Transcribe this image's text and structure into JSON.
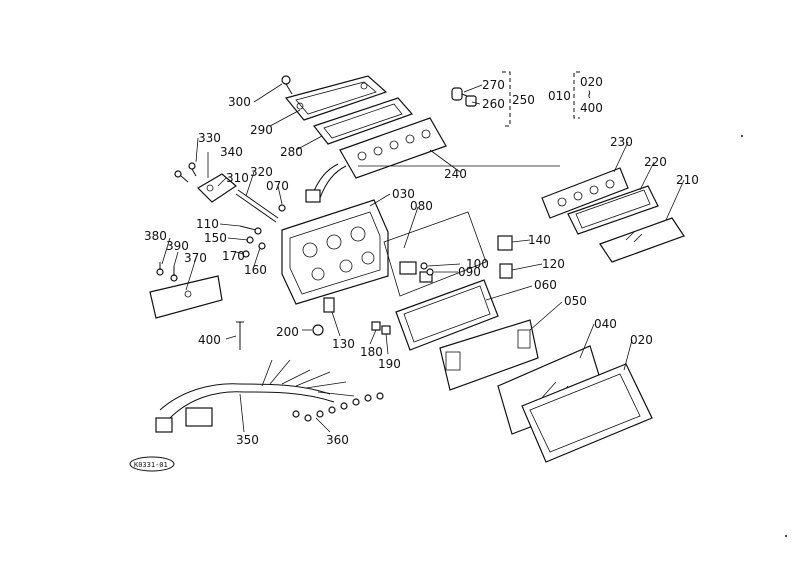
{
  "callouts": [
    {
      "id": "p300",
      "text": "300"
    },
    {
      "id": "p290",
      "text": "290"
    },
    {
      "id": "p280",
      "text": "280"
    },
    {
      "id": "p270",
      "text": "270"
    },
    {
      "id": "p260",
      "text": "260"
    },
    {
      "id": "p250",
      "text": "250"
    },
    {
      "id": "p010",
      "text": "010"
    },
    {
      "id": "p020a",
      "text": "020"
    },
    {
      "id": "p400a",
      "text": "400"
    },
    {
      "id": "p240",
      "text": "240"
    },
    {
      "id": "p330",
      "text": "330"
    },
    {
      "id": "p340",
      "text": "340"
    },
    {
      "id": "p310",
      "text": "310"
    },
    {
      "id": "p320",
      "text": "320"
    },
    {
      "id": "p070",
      "text": "070"
    },
    {
      "id": "p030",
      "text": "030"
    },
    {
      "id": "p080",
      "text": "080"
    },
    {
      "id": "p230",
      "text": "230"
    },
    {
      "id": "p220",
      "text": "220"
    },
    {
      "id": "p210",
      "text": "210"
    },
    {
      "id": "p110",
      "text": "110"
    },
    {
      "id": "p150",
      "text": "150"
    },
    {
      "id": "p170",
      "text": "170"
    },
    {
      "id": "p160",
      "text": "160"
    },
    {
      "id": "p380",
      "text": "380"
    },
    {
      "id": "p390",
      "text": "390"
    },
    {
      "id": "p370",
      "text": "370"
    },
    {
      "id": "p140",
      "text": "140"
    },
    {
      "id": "p100",
      "text": "100"
    },
    {
      "id": "p090",
      "text": "090"
    },
    {
      "id": "p120",
      "text": "120"
    },
    {
      "id": "p060",
      "text": "060"
    },
    {
      "id": "p050",
      "text": "050"
    },
    {
      "id": "p040",
      "text": "040"
    },
    {
      "id": "p020b",
      "text": "020"
    },
    {
      "id": "p200",
      "text": "200"
    },
    {
      "id": "p130",
      "text": "130"
    },
    {
      "id": "p180",
      "text": "180"
    },
    {
      "id": "p190",
      "text": "190"
    },
    {
      "id": "p400b",
      "text": "400"
    },
    {
      "id": "p350",
      "text": "350"
    },
    {
      "id": "p360",
      "text": "360"
    }
  ],
  "range_separator": "≀",
  "stamp": "K0331-01"
}
